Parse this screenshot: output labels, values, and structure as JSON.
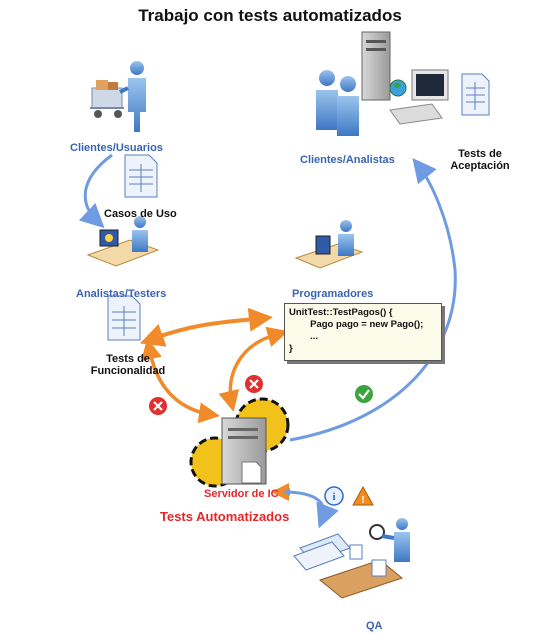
{
  "title": "Trabajo con tests automatizados",
  "nodes": {
    "clientes_usuarios": "Clientes/Usuarios",
    "casos_de_uso": "Casos de Uso",
    "analistas_testers": "Analistas/Testers",
    "tests_funcionalidad_1": "Tests de",
    "tests_funcionalidad_2": "Funcionalidad",
    "clientes_analistas": "Clientes/Analistas",
    "tests_aceptacion_1": "Tests de",
    "tests_aceptacion_2": "Aceptación",
    "programadores": "Programadores",
    "servidor_ic": "Servidor de IC",
    "tests_automatizados": "Tests Automatizados",
    "qa": "QA"
  },
  "code": {
    "line1": "UnitTest::TestPagos() {",
    "line2": "        Pago pago = new Pago();",
    "line3": "        ...",
    "line4": "}"
  },
  "colors": {
    "label_blue": "#3a64b0",
    "arrow_blue": "#6f9be0",
    "arrow_orange": "#f08a2a",
    "error_red": "#e23030",
    "ok_green": "#3ca43c",
    "warning_orange": "#f28c1e",
    "info_blue": "#2a6bc8"
  },
  "icons": {
    "error": "x-circle-icon",
    "ok": "checkmark-circle-icon",
    "info": "info-icon",
    "warning": "warning-icon"
  }
}
